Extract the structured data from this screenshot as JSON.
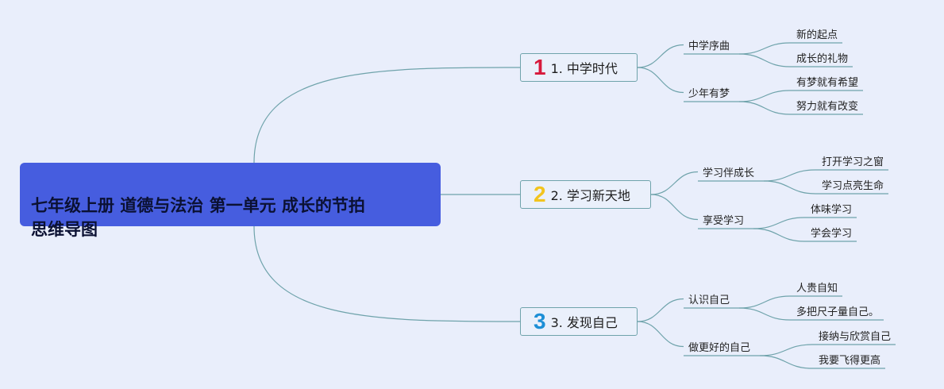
{
  "root": {
    "title": "七年级上册 道德与法治 第一单元 成长的节拍\n思维导图"
  },
  "branches": [
    {
      "number": "1",
      "number_color": "#d71a3c",
      "label": "1. 中学时代",
      "children": [
        {
          "label": "中学序曲",
          "leaves": [
            "新的起点",
            "成长的礼物"
          ]
        },
        {
          "label": "少年有梦",
          "leaves": [
            "有梦就有希望",
            "努力就有改变"
          ]
        }
      ]
    },
    {
      "number": "2",
      "number_color": "#f2c41e",
      "label": "2. 学习新天地",
      "children": [
        {
          "label": "学习伴成长",
          "leaves": [
            "打开学习之窗",
            "学习点亮生命"
          ]
        },
        {
          "label": "享受学习",
          "leaves": [
            "体味学习",
            "学会学习"
          ]
        }
      ]
    },
    {
      "number": "3",
      "number_color": "#1d8fd6",
      "label": "3. 发现自己",
      "children": [
        {
          "label": "认识自己",
          "leaves": [
            "人贵自知",
            "多把尺子量自己。"
          ]
        },
        {
          "label": "做更好的自己",
          "leaves": [
            "接纳与欣赏自己",
            "我要飞得更高"
          ]
        }
      ]
    }
  ],
  "colors": {
    "background": "#e9eefb",
    "root_fill": "#465ddf",
    "connector": "#6fa3ab"
  }
}
